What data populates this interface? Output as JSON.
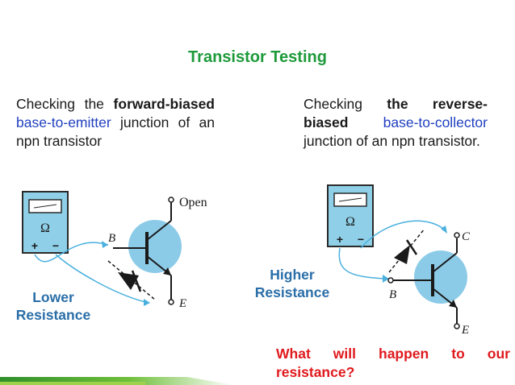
{
  "title": "Transistor Testing",
  "left": {
    "t1": "Checking the ",
    "bold": "forward-biased",
    "t2": " ",
    "blue": "base-to-emitter",
    "t3": " junction of an npn transistor"
  },
  "right": {
    "t1": "Checking ",
    "bold": "the reverse-biased",
    "t2": " ",
    "blue": "base-to-collector",
    "t3": " junction of an npn transistor."
  },
  "labels": {
    "lower": "Lower Resistance",
    "higher": "Higher Resistance"
  },
  "question": "What will happen to our resistance?",
  "diagram_left": {
    "ohm": "Ω",
    "plus": "+",
    "minus": "−",
    "open": "Open",
    "b": "B",
    "e": "E"
  },
  "diagram_right": {
    "ohm": "Ω",
    "plus": "+",
    "minus": "−",
    "c": "C",
    "b": "B",
    "e": "E"
  },
  "colors": {
    "title": "#1e9a3a",
    "blue_text": "#1f3fbf",
    "label": "#2a6ea8",
    "question": "#e0191d",
    "meter": "#8fd0e8",
    "transistor_circle": "#8ccbe8",
    "wire": "#4ab0de"
  },
  "icons": [
    "ohmmeter-icon",
    "transistor-icon",
    "diode-icon"
  ]
}
